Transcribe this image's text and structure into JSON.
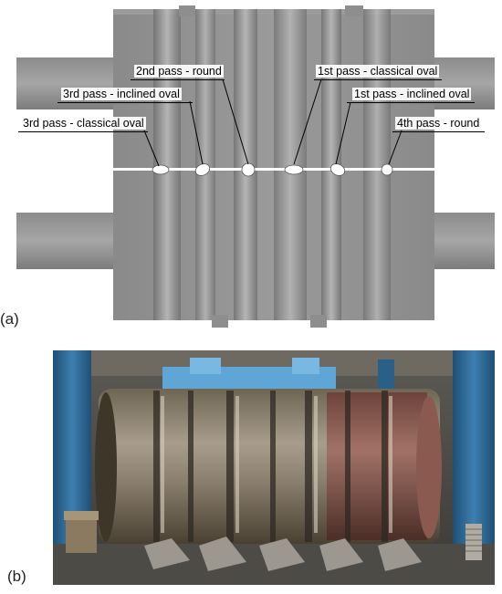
{
  "panel_a": {
    "letter": "(a)",
    "labels": {
      "second_round": "2nd pass - round",
      "first_classical_oval": "1st pass - classical oval",
      "third_inclined_oval": "3rd pass - inclined oval",
      "first_inclined_oval": "1st pass - inclined oval",
      "third_classical_oval": "3rd pass - classical oval",
      "fourth_round": "4th pass - round"
    }
  },
  "panel_b": {
    "letter": "(b)"
  },
  "colors": {
    "roll_gray": "#8f8f8f",
    "roll_light": "#a8a8a8",
    "roll_dark": "#6a6a6a",
    "machine_blue": "#2f6f9e"
  }
}
